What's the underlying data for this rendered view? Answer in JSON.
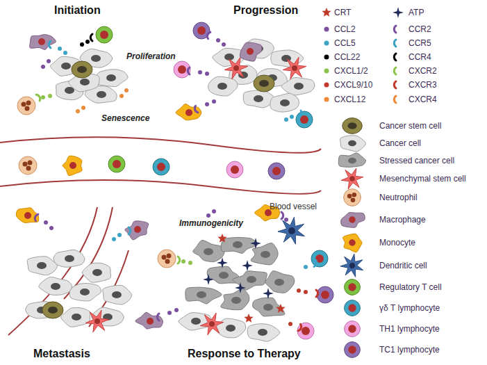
{
  "diagram": {
    "labels": [
      "Initiation",
      "Progression",
      "Proliferation",
      "Senescence",
      "Blood vessel",
      "Immunogenicity",
      "Metastasis",
      "Response to Therapy"
    ],
    "legend": [
      {
        "text": "CRT"
      },
      {
        "text": "ATP"
      },
      {
        "text": "CCL2",
        "color": "#7b4fa0"
      },
      {
        "text": "CCR2"
      },
      {
        "text": "CCL5",
        "color": "#3aa3c6"
      },
      {
        "text": "CCR5"
      },
      {
        "text": "CCL22",
        "color": "#000000"
      },
      {
        "text": "CCR4"
      },
      {
        "text": "CXCL1/2",
        "color": "#8cc34a"
      },
      {
        "text": "CXCR2"
      },
      {
        "text": "CXCL9/10",
        "color": "#c0392b"
      },
      {
        "text": "CXCR3"
      },
      {
        "text": "CXCL12",
        "color": "#ec8a3a"
      },
      {
        "text": "CXCR4"
      },
      {
        "text": "Cancer stem cell"
      },
      {
        "text": "Cancer cell"
      },
      {
        "text": "Stressed cancer cell"
      },
      {
        "text": "Mesenchymal stem cell"
      },
      {
        "text": "Neutrophil"
      },
      {
        "text": "Macrophage"
      },
      {
        "text": "Monocyte"
      },
      {
        "text": "Dendritic cell"
      },
      {
        "text": "Regulatory T cell"
      },
      {
        "text": "γδ T lymphocyte"
      },
      {
        "text": "TH1 lymphocyte"
      },
      {
        "text": "TC1 lymphocyte"
      }
    ]
  }
}
